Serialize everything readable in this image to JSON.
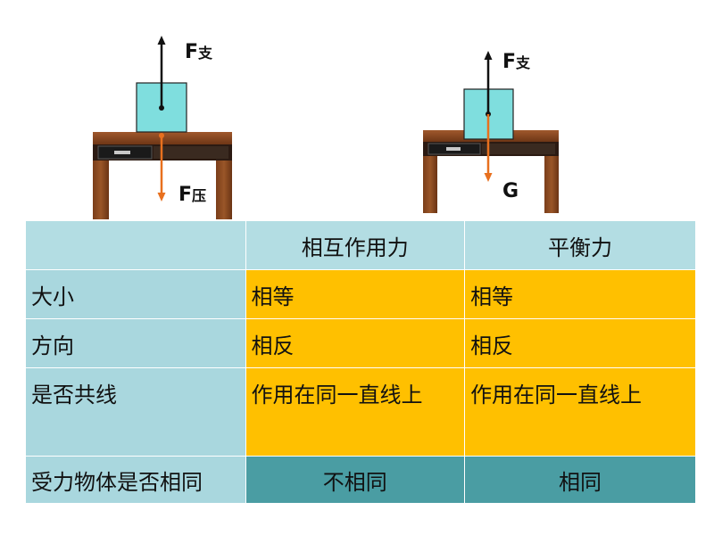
{
  "figures": {
    "left": {
      "top_force": {
        "letter": "F",
        "sub": "支"
      },
      "bottom_force": {
        "letter": "F",
        "sub": "压"
      }
    },
    "right": {
      "top_force": {
        "letter": "F",
        "sub": "支"
      },
      "bottom_force": {
        "letter": "G",
        "sub": ""
      }
    }
  },
  "colors": {
    "block": "#7fdede",
    "arrow_up": "#111111",
    "arrow_down": "#e8701e",
    "desk_wood": "#8a4a22",
    "header_bg": "#b3dde3",
    "label_bg": "#a9d7de",
    "label_text": "#e0101a",
    "answer_bg": "#ffc000",
    "last_row_bg": "#4a9da3"
  },
  "table": {
    "headers": [
      "",
      "相互作用力",
      "平衡力"
    ],
    "rows": [
      {
        "label": "大小",
        "interaction": "相等",
        "balance": "相等"
      },
      {
        "label": "方向",
        "interaction": "相反",
        "balance": "相反"
      },
      {
        "label": "是否共线",
        "interaction": "作用在同一直线上",
        "balance": "作用在同一直线上"
      },
      {
        "label": "受力物体是否相同",
        "interaction": "不相同",
        "balance": "相同"
      }
    ]
  }
}
